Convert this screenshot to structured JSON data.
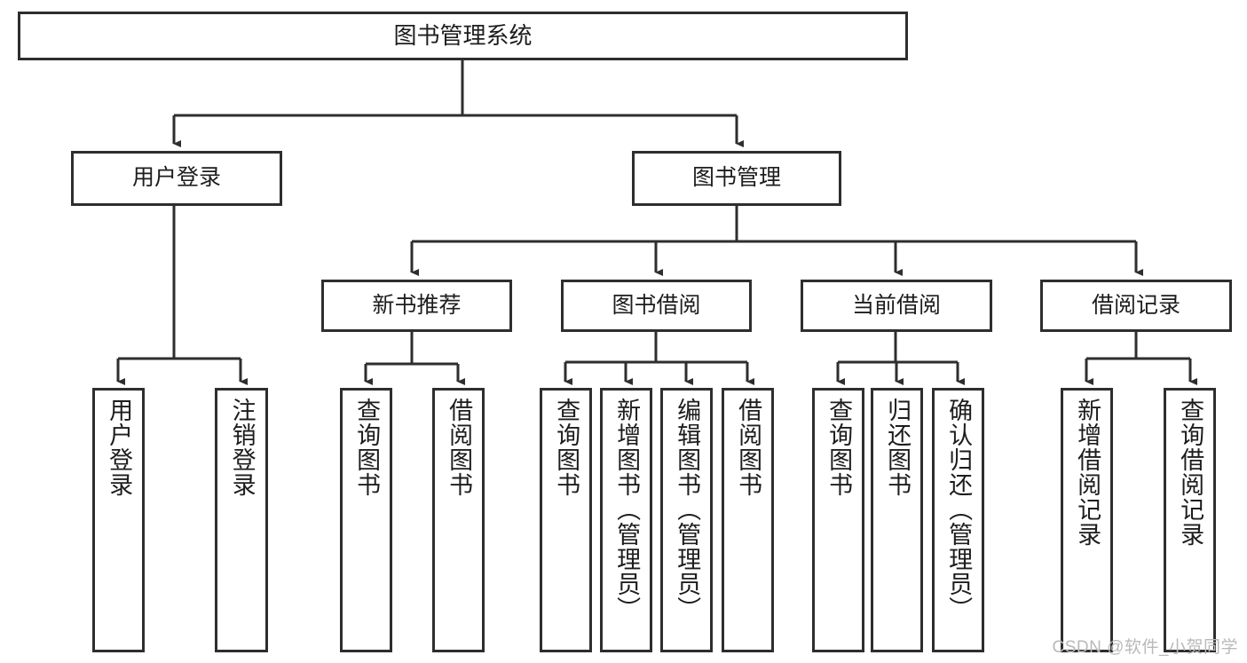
{
  "diagram": {
    "title": "图书管理系统",
    "type": "hierarchy-tree",
    "watermark": "CSDN @软件_小贺同学",
    "colors": {
      "background": "#ffffff",
      "border": "#2e2e2e",
      "text": "#1d1d1d",
      "connector": "#2e2e2e",
      "watermark": "#b9b9b9"
    },
    "root": {
      "label": "图书管理系统"
    },
    "level2": [
      {
        "id": "user-login",
        "label": "用户登录"
      },
      {
        "id": "book-manage",
        "label": "图书管理"
      }
    ],
    "level3": [
      {
        "id": "new-book-recommend",
        "label": "新书推荐"
      },
      {
        "id": "book-borrow",
        "label": "图书借阅"
      },
      {
        "id": "current-borrow",
        "label": "当前借阅"
      },
      {
        "id": "borrow-record",
        "label": "借阅记录"
      }
    ],
    "leaves": {
      "user-login": [
        {
          "id": "leaf-user-login",
          "label": "用户登录"
        },
        {
          "id": "leaf-logout-login",
          "label": "注销登录"
        }
      ],
      "new-book-recommend": [
        {
          "id": "leaf-query-book-1",
          "label": "查询图书"
        },
        {
          "id": "leaf-borrow-book-1",
          "label": "借阅图书"
        }
      ],
      "book-borrow": [
        {
          "id": "leaf-query-book-2",
          "label": "查询图书"
        },
        {
          "id": "leaf-add-book",
          "label": "新增图书（管理员）"
        },
        {
          "id": "leaf-edit-book",
          "label": "编辑图书（管理员）"
        },
        {
          "id": "leaf-borrow-book-2",
          "label": "借阅图书"
        }
      ],
      "current-borrow": [
        {
          "id": "leaf-query-book-3",
          "label": "查询图书"
        },
        {
          "id": "leaf-return-book",
          "label": "归还图书"
        },
        {
          "id": "leaf-confirm-return",
          "label": "确认归还（管理员）"
        }
      ],
      "borrow-record": [
        {
          "id": "leaf-add-record",
          "label": "新增借阅记录"
        },
        {
          "id": "leaf-query-record",
          "label": "查询借阅记录"
        }
      ]
    }
  }
}
